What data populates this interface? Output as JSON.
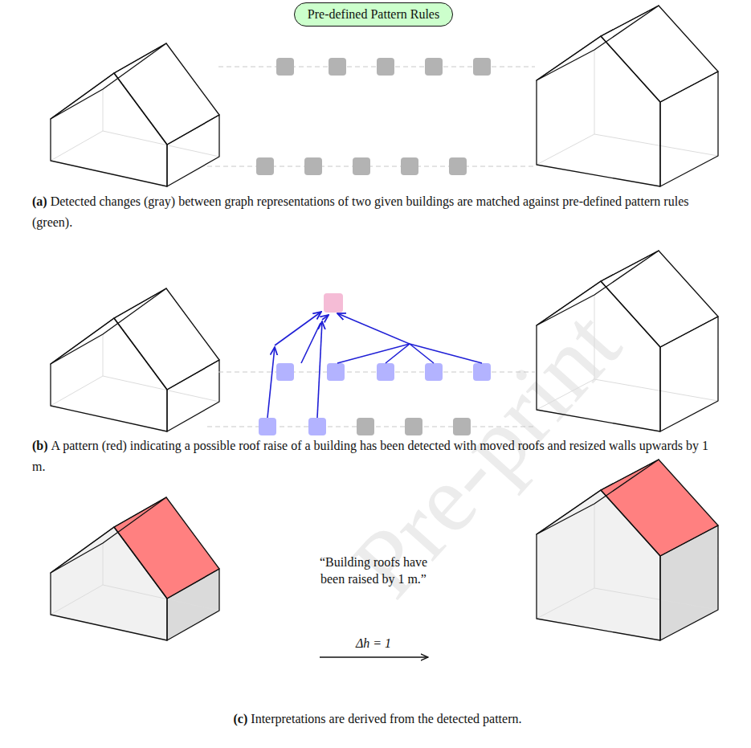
{
  "diagram": {
    "nodes": [
      {
        "text": [
          "Pre-defined Pattern Rules"
        ]
      }
    ],
    "labels": [
      "(a)",
      "Detected changes (gray) between graph representations of two given buildings are matched against pre-defined pattern rules (green).",
      "(b)",
      "A pattern (red) indicating a possible roof raise of a building has been detected with moved roofs and resized walls upwards by 1 m.",
      "“Building roofs have been raised by 1 m.”",
      "Δh = 1",
      "(c)",
      "Interpretations are derived from the detected pattern.",
      "Pre-print"
    ]
  }
}
